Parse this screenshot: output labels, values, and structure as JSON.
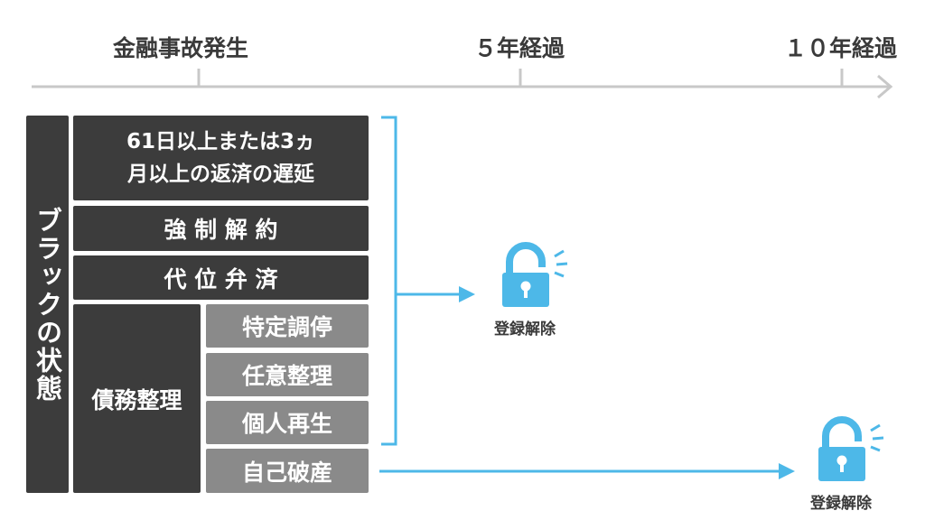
{
  "timeline": {
    "start_label": "金融事故発生",
    "mid_label": "５年経過",
    "end_label": "１０年経過"
  },
  "side_label": "ブラックの状態",
  "events": {
    "late_payment": "61日以上または3ヵ月以上の返済の遅延",
    "forced_cancellation": "強 制 解 約",
    "subrogation": "代 位 弁 済",
    "debt_consolidation": "債務整理",
    "debt_types": {
      "specific_mediation": "特定調停",
      "voluntary": "任意整理",
      "personal_rehab": "個人再生",
      "bankruptcy": "自己破産"
    }
  },
  "outcomes": {
    "release_5y": "登録解除",
    "release_10y": "登録解除"
  },
  "colors": {
    "dark_box": "#3c3c3c",
    "grey_box": "#8a8a8a",
    "accent": "#4db8e8",
    "timeline": "#c8c8c8"
  },
  "icons": {
    "unlock": "open-padlock-icon"
  }
}
